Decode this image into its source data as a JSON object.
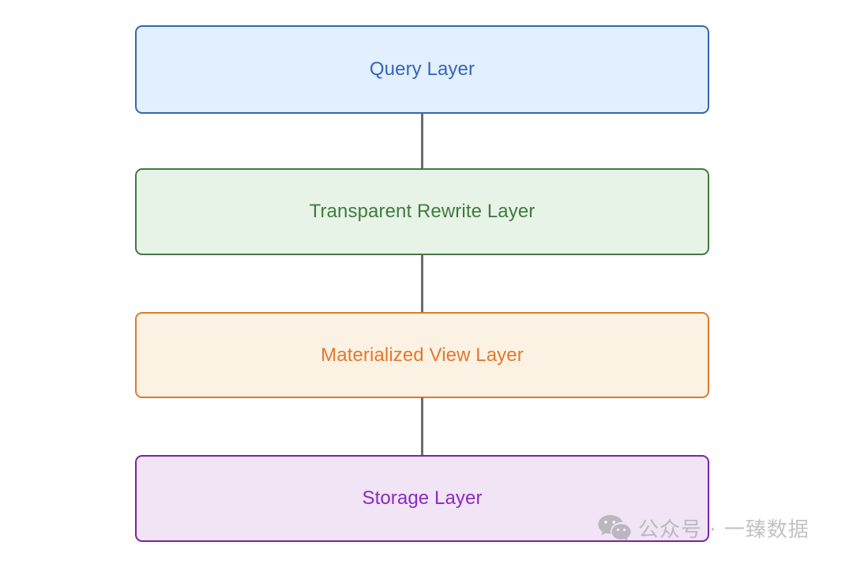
{
  "diagram": {
    "type": "vertical-stack-flow",
    "background_color": "#ffffff",
    "connector_color": "#6b6b6b",
    "layers": [
      {
        "id": "query",
        "label": "Query Layer",
        "fill": "#e2effc",
        "border": "#3465b4",
        "text_color": "#3566b9"
      },
      {
        "id": "rewrite",
        "label": "Transparent Rewrite Layer",
        "fill": "#e8f3e8",
        "border": "#3f7a3e",
        "text_color": "#3f7a3e"
      },
      {
        "id": "materialized",
        "label": "Materialized View Layer",
        "fill": "#fcf2e3",
        "border": "#e0792f",
        "text_color": "#e0792f"
      },
      {
        "id": "storage",
        "label": "Storage Layer",
        "fill": "#f0e4f5",
        "border": "#7b21a8",
        "text_color": "#8a2bbf"
      }
    ]
  },
  "watermark": {
    "icon": "wechat-icon",
    "text": "公众号 · 一臻数据",
    "color": "#9d9d9d"
  }
}
